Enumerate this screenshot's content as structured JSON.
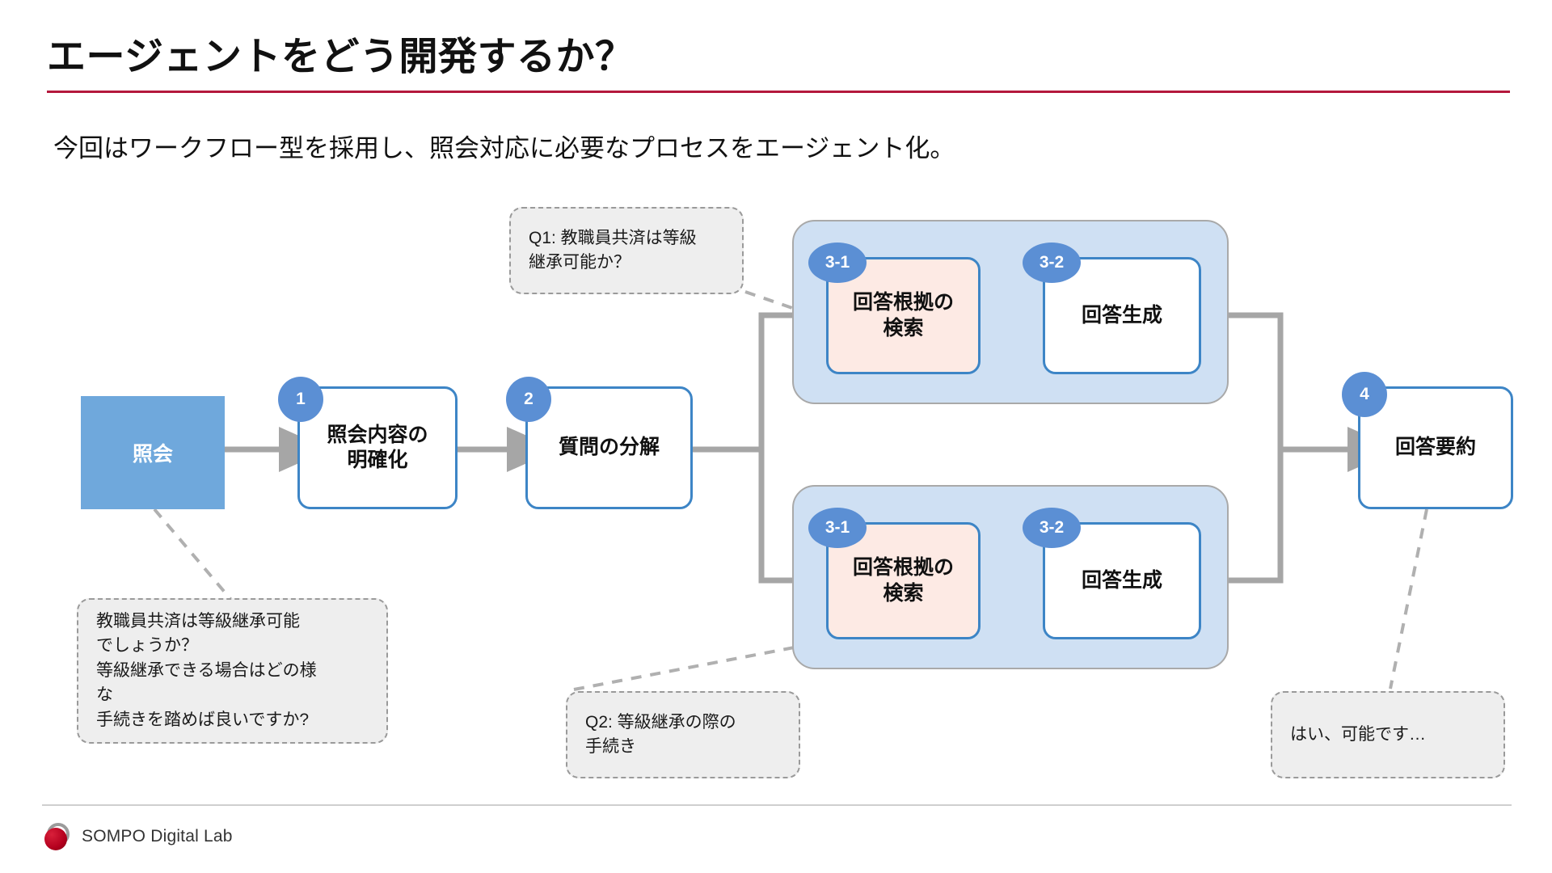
{
  "header": {
    "title": "エージェントをどう開発するか？",
    "subtitle": "今回はワークフロー型を採用し、照会対応に必要なプロセスをエージェント化。",
    "rule_color": "#b4183c"
  },
  "footer": {
    "brand": "SOMPO Digital Lab",
    "logo_icon": "sompo-logo-icon"
  },
  "diagram": {
    "source": {
      "label": "照会",
      "fill": "#6fa8dc"
    },
    "steps": {
      "step1": {
        "badge": "1",
        "label": "照会内容の\n明確化"
      },
      "step2": {
        "badge": "2",
        "label": "質問の分解"
      },
      "step4": {
        "badge": "4",
        "label": "回答要約"
      }
    },
    "branches": [
      {
        "name": "branch-top",
        "retrieve": {
          "badge": "3-1",
          "label": "回答根拠の\n検索",
          "fill": "#fdeae4"
        },
        "generate": {
          "badge": "3-2",
          "label": "回答生成",
          "fill": "#ffffff"
        }
      },
      {
        "name": "branch-bottom",
        "retrieve": {
          "badge": "3-1",
          "label": "回答根拠の\n検索",
          "fill": "#fdeae4"
        },
        "generate": {
          "badge": "3-2",
          "label": "回答生成",
          "fill": "#ffffff"
        }
      }
    ],
    "callouts": {
      "q1": {
        "text": "Q1: 教職員共済は等級\n継承可能か？"
      },
      "q2": {
        "text": "Q2: 等級継承の際の\n手続き"
      },
      "user_query": {
        "text": "教職員共済は等級継承可能\nでしょうか？\n等級継承できる場合はどの様\nな\n手続きを踏めば良いですか?"
      },
      "answer": {
        "text": "はい、可能です…"
      }
    },
    "colors": {
      "node_border": "#3d85c6",
      "badge_fill": "#5b8fd4",
      "group_fill": "#cfe0f3",
      "group_border": "#a9a9a9",
      "connector": "#a6a6a6",
      "callout_fill": "#eeeeee",
      "callout_border": "#9a9a9a"
    }
  }
}
